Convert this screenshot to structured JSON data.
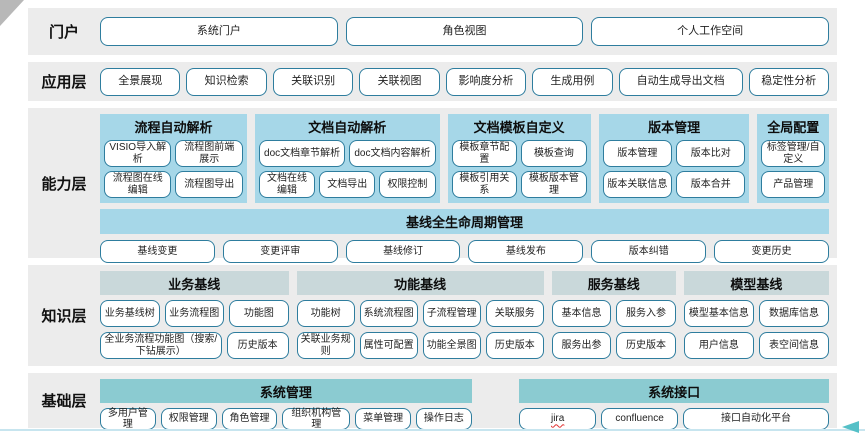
{
  "colors": {
    "row_background": "#ececec",
    "capability_group_bg": "#a6d7e8",
    "knowledge_header_bg": "#c9d8da",
    "foundation_header_bg": "#8bcbd1",
    "box_border": "#2e7d9e",
    "accent_teal": "#55c0c7"
  },
  "layers": {
    "portal": {
      "label": "门户",
      "items": [
        "系统门户",
        "角色视图",
        "个人工作空间"
      ]
    },
    "application": {
      "label": "应用层",
      "items": [
        "全景展现",
        "知识检索",
        "关联识别",
        "关联视图",
        "影响度分析",
        "生成用例",
        "自动生成导出文档",
        "稳定性分析"
      ]
    },
    "capability": {
      "label": "能力层",
      "groups": [
        {
          "title": "流程自动解析",
          "rows": [
            [
              "VISIO导入解析",
              "流程图前端展示"
            ],
            [
              "流程图在线编辑",
              "流程图导出"
            ]
          ]
        },
        {
          "title": "文档自动解析",
          "rows": [
            [
              "doc文档章节解析",
              "doc文档内容解析"
            ],
            [
              "文档在线编辑",
              "文档导出",
              "权限控制"
            ]
          ]
        },
        {
          "title": "文档模板自定义",
          "rows": [
            [
              "模板章节配置",
              "模板查询"
            ],
            [
              "模板引用关系",
              "模板版本管理"
            ]
          ]
        },
        {
          "title": "版本管理",
          "rows": [
            [
              "版本管理",
              "版本比对"
            ],
            [
              "版本关联信息",
              "版本合并"
            ]
          ]
        },
        {
          "title": "全局配置",
          "rows": [
            [
              "标签管理/自定义"
            ],
            [
              "产品管理"
            ]
          ]
        }
      ],
      "baseline": {
        "title": "基线全生命周期管理",
        "items": [
          "基线变更",
          "变更评审",
          "基线修订",
          "基线发布",
          "版本纠错",
          "变更历史"
        ]
      }
    },
    "knowledge": {
      "label": "知识层",
      "groups": [
        {
          "title": "业务基线",
          "rows": [
            [
              "业务基线树",
              "业务流程图",
              "功能图"
            ],
            [
              "全业务流程功能图（搜索/下钻展示）",
              "历史版本"
            ]
          ]
        },
        {
          "title": "功能基线",
          "rows": [
            [
              "功能树",
              "系统流程图",
              "子流程管理",
              "关联服务"
            ],
            [
              "关联业务规则",
              "属性可配置",
              "功能全景图",
              "历史版本"
            ]
          ]
        },
        {
          "title": "服务基线",
          "rows": [
            [
              "基本信息",
              "服务入参"
            ],
            [
              "服务出参",
              "历史版本"
            ]
          ]
        },
        {
          "title": "模型基线",
          "rows": [
            [
              "模型基本信息",
              "数据库信息"
            ],
            [
              "用户信息",
              "表空间信息"
            ]
          ]
        }
      ]
    },
    "foundation": {
      "label": "基础层",
      "groups": [
        {
          "title": "系统管理",
          "rows": [
            [
              "多用户管理",
              "权限管理",
              "角色管理",
              "组织机构管理",
              "菜单管理",
              "操作日志"
            ]
          ]
        },
        {
          "title": "系统接口",
          "rows": [
            [
              {
                "text": "jira",
                "misspelled": true
              },
              "confluence",
              "接口自动化平台"
            ]
          ]
        }
      ]
    }
  }
}
